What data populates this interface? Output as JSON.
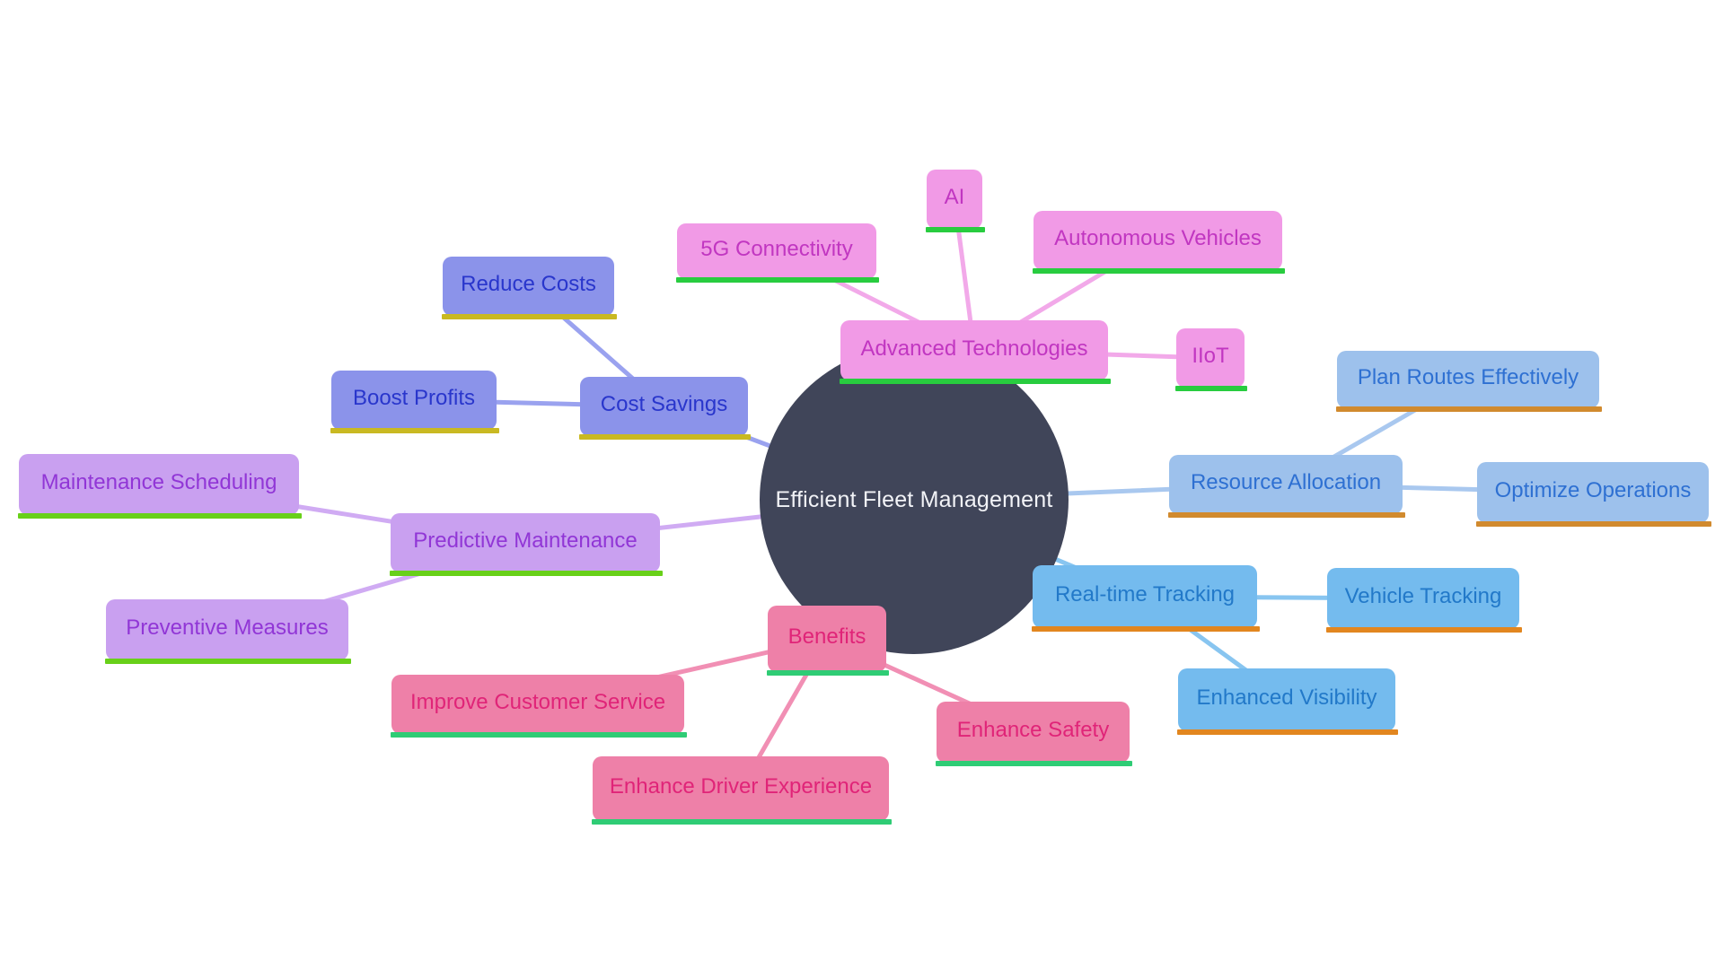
{
  "center": {
    "label": "Efficient Fleet Management",
    "bg_color": "#404559",
    "text_color": "#f2f3f7"
  },
  "branches": [
    {
      "label": "Advanced Technologies",
      "fill": "#f19ae6",
      "text_color": "#c136c1",
      "underline_color": "#28cc3f",
      "line_color": "#f2a9e9",
      "children": [
        {
          "label": "AI"
        },
        {
          "label": "5G Connectivity"
        },
        {
          "label": "Autonomous Vehicles"
        },
        {
          "label": "IIoT"
        }
      ]
    },
    {
      "label": "Cost Savings",
      "fill": "#8b93ea",
      "text_color": "#2936cc",
      "underline_color": "#c9b922",
      "line_color": "#9aa2ef",
      "children": [
        {
          "label": "Reduce Costs"
        },
        {
          "label": "Boost Profits"
        }
      ]
    },
    {
      "label": "Predictive Maintenance",
      "fill": "#c9a0f0",
      "text_color": "#9136d6",
      "underline_color": "#68d019",
      "line_color": "#d0abf3",
      "children": [
        {
          "label": "Maintenance Scheduling"
        },
        {
          "label": "Preventive Measures"
        }
      ]
    },
    {
      "label": "Benefits",
      "fill": "#ee80a8",
      "text_color": "#e02478",
      "underline_color": "#2fcc75",
      "line_color": "#f18fb4",
      "children": [
        {
          "label": "Improve Customer Service"
        },
        {
          "label": "Enhance Driver Experience"
        },
        {
          "label": "Enhance Safety"
        }
      ]
    },
    {
      "label": "Real-time Tracking",
      "fill": "#74bbee",
      "text_color": "#2279c9",
      "underline_color": "#e2861f",
      "line_color": "#88c5f0",
      "children": [
        {
          "label": "Vehicle Tracking"
        },
        {
          "label": "Enhanced Visibility"
        }
      ]
    },
    {
      "label": "Resource Allocation",
      "fill": "#9dc1ec",
      "text_color": "#2e70d2",
      "underline_color": "#d18a2e",
      "line_color": "#a9c8ef",
      "children": [
        {
          "label": "Plan Routes Effectively"
        },
        {
          "label": "Optimize Operations"
        }
      ]
    }
  ]
}
